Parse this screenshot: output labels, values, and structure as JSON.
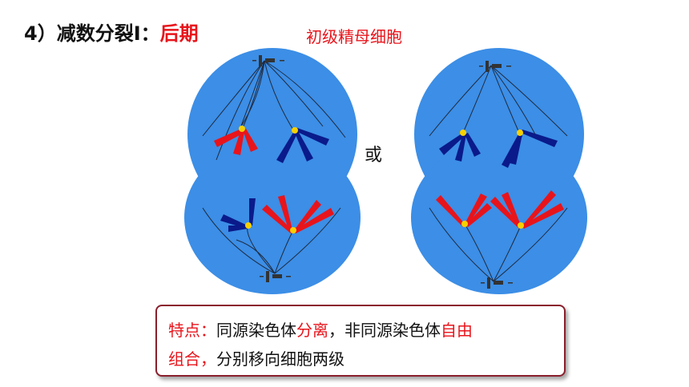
{
  "title": {
    "prefix": "4）减数分裂Ⅰ：",
    "highlight": "后期"
  },
  "subtitle": "初级精母细胞",
  "or_label": "或",
  "note": {
    "label": "特点：",
    "part1": "同源染色体",
    "red1": "分离",
    "part2": "，非同源染色体",
    "red2": "自由",
    "part3": "组合，",
    "part4": "分别移向细胞两级"
  },
  "colors": {
    "cell": "#3c8ee6",
    "spindle": "#1e2a40",
    "centrosome": "#333333",
    "chromosome_red": "#e8141b",
    "chromosome_blue": "#0a1a8a",
    "centromere": "#f7d000",
    "note_border": "#8a1f2c"
  }
}
